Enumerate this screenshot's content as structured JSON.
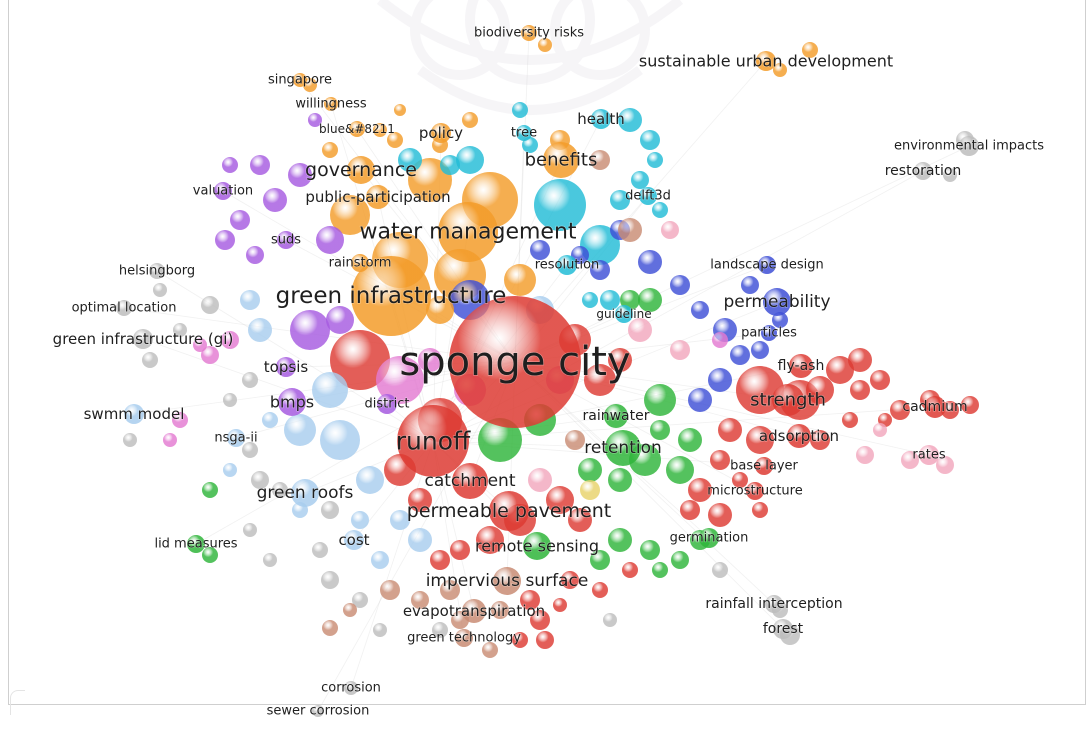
{
  "clusters": {
    "red": "#dd3b33",
    "green": "#2fb53a",
    "blue": "#3e4fd6",
    "orange": "#f39c2a",
    "purple": "#a65be0",
    "cyan": "#22bcd6",
    "lightblue": "#a8cdee",
    "grey": "#bdbdbd",
    "pink": "#e37ad1",
    "brown": "#c98c74",
    "lightpink": "#f2a7bd"
  },
  "keywords": [
    {
      "label": "biodiversity risks",
      "cluster": "orange",
      "weight": 1
    },
    {
      "label": "sustainable urban development",
      "cluster": "orange",
      "weight": 2
    },
    {
      "label": "singapore",
      "cluster": "orange",
      "weight": 1
    },
    {
      "label": "willingness",
      "cluster": "orange",
      "weight": 1
    },
    {
      "label": "blue&#8211",
      "cluster": "orange",
      "weight": 1
    },
    {
      "label": "policy",
      "cluster": "orange",
      "weight": 2
    },
    {
      "label": "tree",
      "cluster": "cyan",
      "weight": 1
    },
    {
      "label": "health",
      "cluster": "cyan",
      "weight": 2
    },
    {
      "label": "environmental impacts",
      "cluster": "grey",
      "weight": 1
    },
    {
      "label": "restoration",
      "cluster": "grey",
      "weight": 1
    },
    {
      "label": "governance",
      "cluster": "orange",
      "weight": 3
    },
    {
      "label": "benefits",
      "cluster": "orange",
      "weight": 3
    },
    {
      "label": "valuation",
      "cluster": "purple",
      "weight": 1
    },
    {
      "label": "public-participation",
      "cluster": "orange",
      "weight": 2
    },
    {
      "label": "delft3d",
      "cluster": "cyan",
      "weight": 1
    },
    {
      "label": "water management",
      "cluster": "orange",
      "weight": 4
    },
    {
      "label": "suds",
      "cluster": "purple",
      "weight": 1
    },
    {
      "label": "helsingborg",
      "cluster": "grey",
      "weight": 1
    },
    {
      "label": "rainstorm",
      "cluster": "orange",
      "weight": 1
    },
    {
      "label": "resolution",
      "cluster": "cyan",
      "weight": 1
    },
    {
      "label": "landscape design",
      "cluster": "blue",
      "weight": 1
    },
    {
      "label": "green infrastructure",
      "cluster": "orange",
      "weight": 5
    },
    {
      "label": "optimal location",
      "cluster": "grey",
      "weight": 1
    },
    {
      "label": "permeability",
      "cluster": "blue",
      "weight": 3
    },
    {
      "label": "guideline",
      "cluster": "cyan",
      "weight": 1
    },
    {
      "label": "green infrastructure (gi)",
      "cluster": "grey",
      "weight": 2
    },
    {
      "label": "particles",
      "cluster": "blue",
      "weight": 1
    },
    {
      "label": "sponge city",
      "cluster": "red",
      "weight": 8
    },
    {
      "label": "topsis",
      "cluster": "purple",
      "weight": 2
    },
    {
      "label": "fly-ash",
      "cluster": "red",
      "weight": 2
    },
    {
      "label": "bmps",
      "cluster": "purple",
      "weight": 3
    },
    {
      "label": "district",
      "cluster": "purple",
      "weight": 1
    },
    {
      "label": "strength",
      "cluster": "red",
      "weight": 3
    },
    {
      "label": "cadmium",
      "cluster": "red",
      "weight": 2
    },
    {
      "label": "swmm model",
      "cluster": "lightblue",
      "weight": 2
    },
    {
      "label": "rainwater",
      "cluster": "green",
      "weight": 2
    },
    {
      "label": "nsga-ii",
      "cluster": "lightblue",
      "weight": 1
    },
    {
      "label": "runoff",
      "cluster": "red",
      "weight": 5
    },
    {
      "label": "adsorption",
      "cluster": "red",
      "weight": 2
    },
    {
      "label": "retention",
      "cluster": "green",
      "weight": 3
    },
    {
      "label": "rates",
      "cluster": "lightpink",
      "weight": 1
    },
    {
      "label": "base layer",
      "cluster": "red",
      "weight": 1
    },
    {
      "label": "catchment",
      "cluster": "red",
      "weight": 3
    },
    {
      "label": "green roofs",
      "cluster": "lightblue",
      "weight": 3
    },
    {
      "label": "microstructure",
      "cluster": "red",
      "weight": 1
    },
    {
      "label": "permeable pavement",
      "cluster": "red",
      "weight": 4
    },
    {
      "label": "lid measures",
      "cluster": "green",
      "weight": 1
    },
    {
      "label": "cost",
      "cluster": "lightblue",
      "weight": 2
    },
    {
      "label": "germination",
      "cluster": "green",
      "weight": 1
    },
    {
      "label": "remote sensing",
      "cluster": "green",
      "weight": 3
    },
    {
      "label": "impervious surface",
      "cluster": "brown",
      "weight": 3
    },
    {
      "label": "evapotranspiration",
      "cluster": "brown",
      "weight": 2
    },
    {
      "label": "rainfall interception",
      "cluster": "grey",
      "weight": 2
    },
    {
      "label": "green technology",
      "cluster": "brown",
      "weight": 1
    },
    {
      "label": "forest",
      "cluster": "grey",
      "weight": 1
    },
    {
      "label": "corrosion",
      "cluster": "grey",
      "weight": 1
    },
    {
      "label": "sewer corrosion",
      "cluster": "grey",
      "weight": 1
    }
  ]
}
